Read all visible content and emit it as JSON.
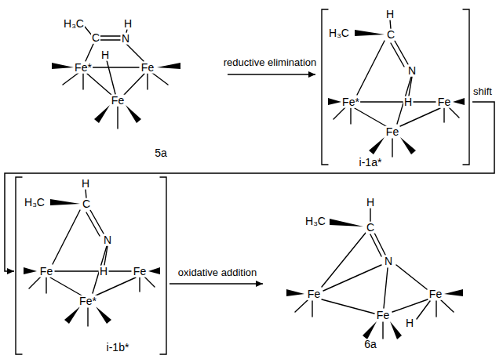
{
  "diagram": {
    "nodes": [
      {
        "text": [
          "5a"
        ]
      },
      {
        "text": [
          "i-1a*"
        ]
      },
      {
        "text": [
          "i-1b*"
        ]
      },
      {
        "text": [
          "6a"
        ]
      }
    ],
    "edges": [
      {
        "from": 0,
        "to": 1,
        "arrow": "to",
        "label": "reductive elimination"
      },
      {
        "from": 1,
        "to": 2,
        "arrow": "to",
        "label": "shift"
      },
      {
        "from": 2,
        "to": 3,
        "arrow": "to",
        "label": "oxidative addition"
      }
    ],
    "labels": [
      "H₃C",
      "C",
      "H",
      "N",
      "H",
      "Fe*",
      "Fe",
      "Fe",
      "H",
      "H₃C",
      "C",
      "N",
      "H",
      "Fe*",
      "Fe",
      "Fe",
      "H",
      "H₃C",
      "C",
      "N",
      "Fe",
      "H",
      "Fe",
      "Fe*",
      "H",
      "H₃C",
      "C",
      "N",
      "Fe",
      "Fe",
      "Fe",
      "H"
    ]
  }
}
